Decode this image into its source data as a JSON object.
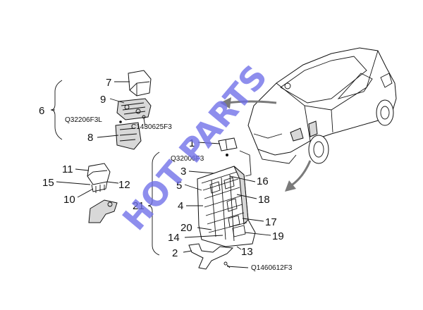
{
  "callouts": {
    "n1": "1",
    "n2": "2",
    "n3": "3",
    "n4": "4",
    "n5": "5",
    "n6": "6",
    "n7": "7",
    "n8": "8",
    "n9": "9",
    "n10": "10",
    "n11": "11",
    "n12": "12",
    "n13": "13",
    "n14": "14",
    "n15": "15",
    "n16": "16",
    "n17": "17",
    "n18": "18",
    "n19": "19",
    "n20": "20",
    "n21": "21"
  },
  "part_codes": {
    "c1": "Q32206F3L",
    "c2": "C1430625F3",
    "c3": "Q32006F3",
    "c4": "Q1460612F3"
  },
  "watermark": "HOT PARTS",
  "colors": {
    "watermark": "#6f6fe8",
    "arrow": "#7a7a7a",
    "line": "#111111"
  }
}
